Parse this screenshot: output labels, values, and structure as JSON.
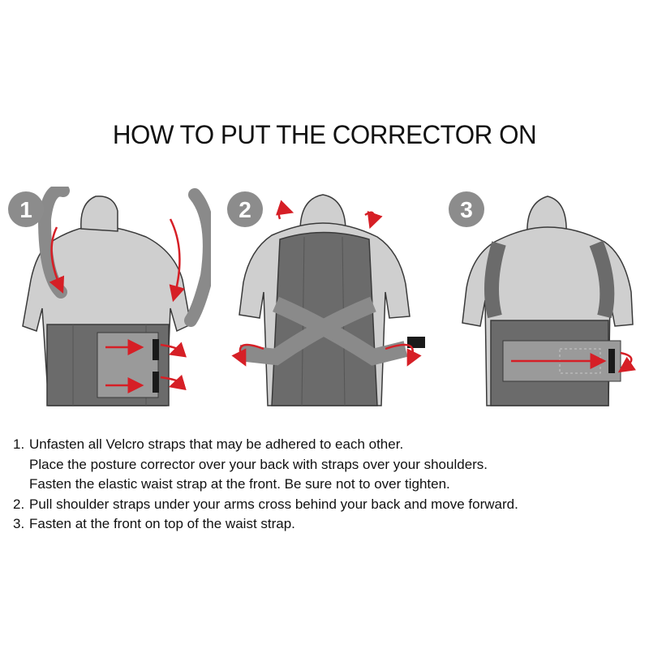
{
  "title": "HOW TO PUT THE CORRECTOR ON",
  "colors": {
    "figure_fill": "#cfcfcf",
    "figure_stroke": "#3a3a3a",
    "corrector": "#6b6b6b",
    "strap": "#8a8a8a",
    "arrow": "#d61f26",
    "badge": "#8c8c8c",
    "velcro": "#1a1a1a"
  },
  "steps": [
    {
      "number": "1",
      "icon": "back-with-shoulder-straps-icon"
    },
    {
      "number": "2",
      "icon": "crossed-straps-behind-back-icon"
    },
    {
      "number": "3",
      "icon": "fastened-front-strap-icon"
    }
  ],
  "instructions": [
    {
      "number": "1.",
      "lines": [
        "Unfasten all Velcro straps that may be adhered to each other.",
        "Place the posture corrector over your back with straps over your shoulders.",
        "Fasten the elastic waist strap at the front. Be sure not to over tighten."
      ]
    },
    {
      "number": "2.",
      "lines": [
        "Pull shoulder straps under your arms cross behind your back and move forward."
      ]
    },
    {
      "number": "3.",
      "lines": [
        "Fasten at the front on top of the waist strap."
      ]
    }
  ]
}
